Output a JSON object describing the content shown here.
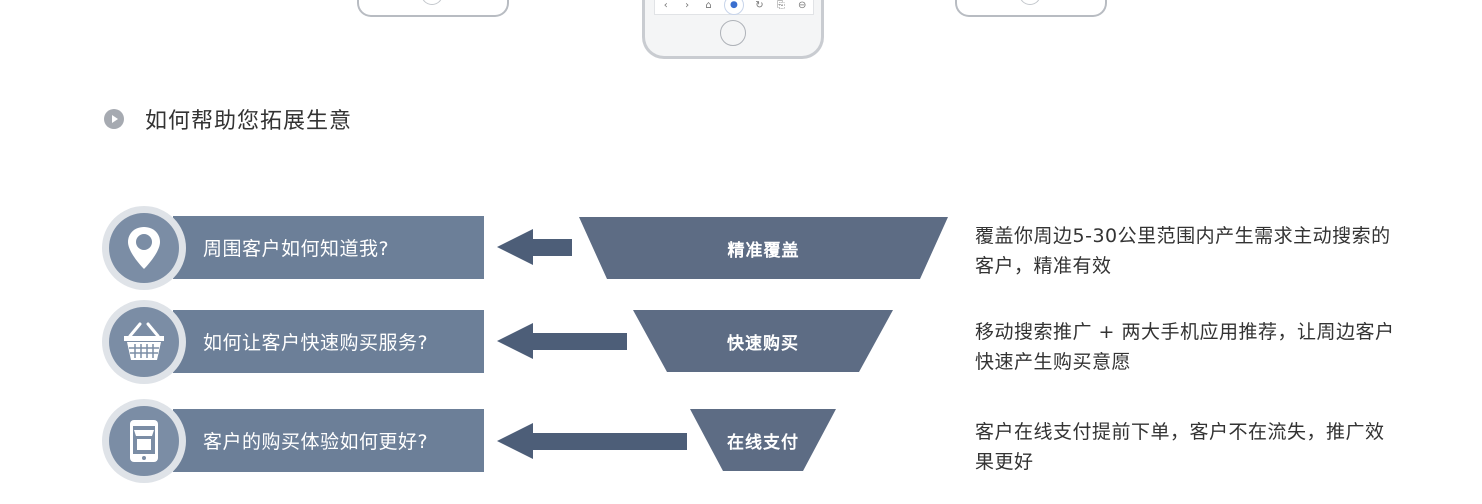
{
  "section_title": "如何帮助您拓展生意",
  "phone_toolbar": [
    "‹",
    "›",
    "⌂",
    "🎤",
    "↻",
    "⎘",
    "⊖"
  ],
  "rows": [
    {
      "question": "周围客户如何知道我?",
      "icon": "location-pin-icon",
      "funnel_label": "精准覆盖",
      "description": "覆盖你周边5-30公里范围内产生需求主动搜索的客户，精准有效"
    },
    {
      "question": "如何让客户快速购买服务?",
      "icon": "shopping-basket-icon",
      "funnel_label": "快速购买",
      "description": "移动搜索推广 + 两大手机应用推荐，让周边客户快速产生购买意愿"
    },
    {
      "question": "客户的购买体验如何更好?",
      "icon": "mobile-shop-icon",
      "funnel_label": "在线支付",
      "description": "客户在线支付提前下单，客户不在流失，推广效果更好"
    }
  ],
  "colors": {
    "question_bar": "#6c7f98",
    "funnel": "#5d6c84",
    "arrow": "#4d5e78",
    "badge_ring": "#dfe3e8",
    "badge": "#7b8da5"
  }
}
